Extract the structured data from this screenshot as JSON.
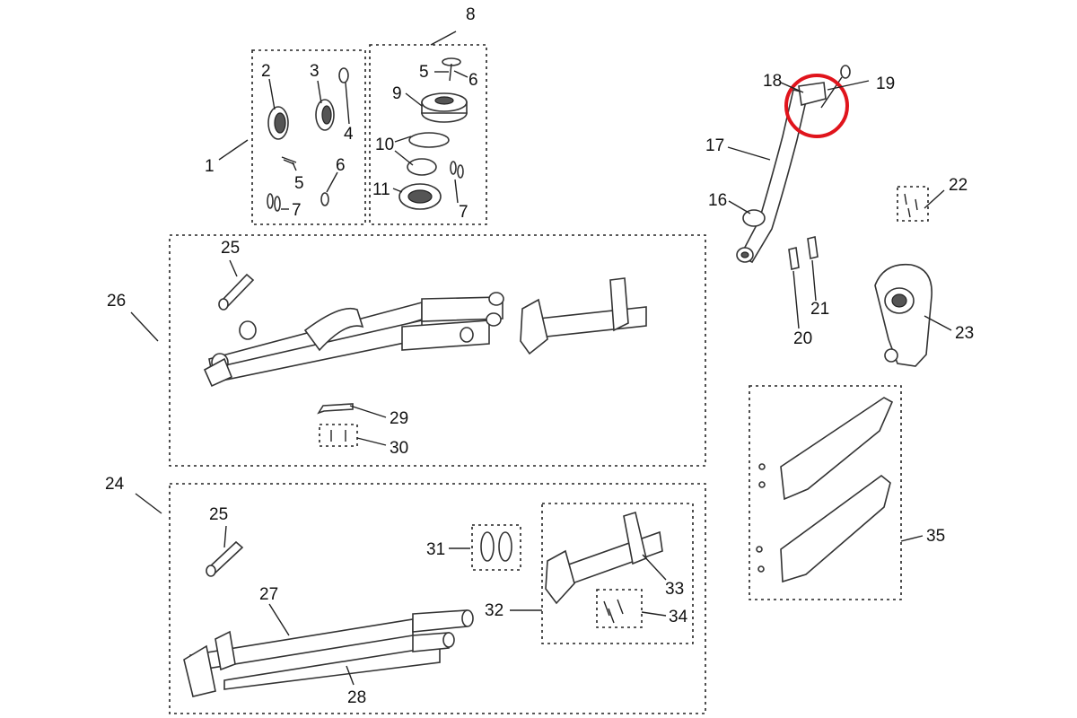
{
  "labels": {
    "l1": "1",
    "l2": "2",
    "l3": "3",
    "l4": "4",
    "l5a": "5",
    "l6a": "6",
    "l7a": "7",
    "l8": "8",
    "l5b": "5",
    "l6b": "6",
    "l9": "9",
    "l10": "10",
    "l11": "11",
    "l7b": "7",
    "l16": "16",
    "l17": "17",
    "l18": "18",
    "l19": "19",
    "l20": "20",
    "l21": "21",
    "l22": "22",
    "l23": "23",
    "l24": "24",
    "l25a": "25",
    "l25b": "25",
    "l26": "26",
    "l27": "27",
    "l28": "28",
    "l29": "29",
    "l30": "30",
    "l31": "31",
    "l32": "32",
    "l33": "33",
    "l34": "34",
    "l35": "35"
  },
  "highlight": {
    "color": "#e0141c",
    "target": "19"
  }
}
